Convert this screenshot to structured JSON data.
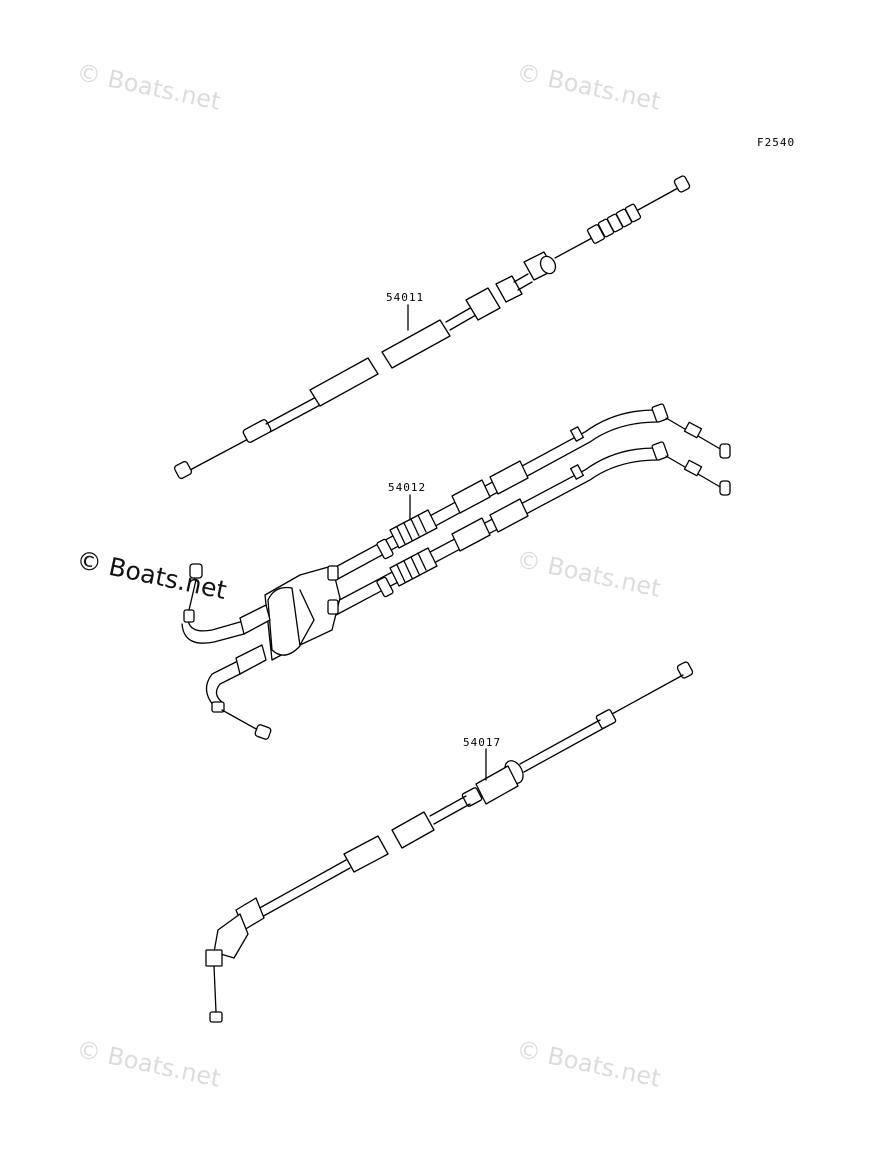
{
  "diagram": {
    "figure_code": "F2540",
    "parts": [
      {
        "number": "54011"
      },
      {
        "number": "54012"
      },
      {
        "number": "54017"
      }
    ]
  },
  "watermarks": {
    "light": "© Boats.net",
    "dark": "© Boats.net"
  },
  "colors": {
    "line": "#000000",
    "background": "#ffffff",
    "watermark_light": "#dcdcdc",
    "watermark_dark": "#111111"
  }
}
